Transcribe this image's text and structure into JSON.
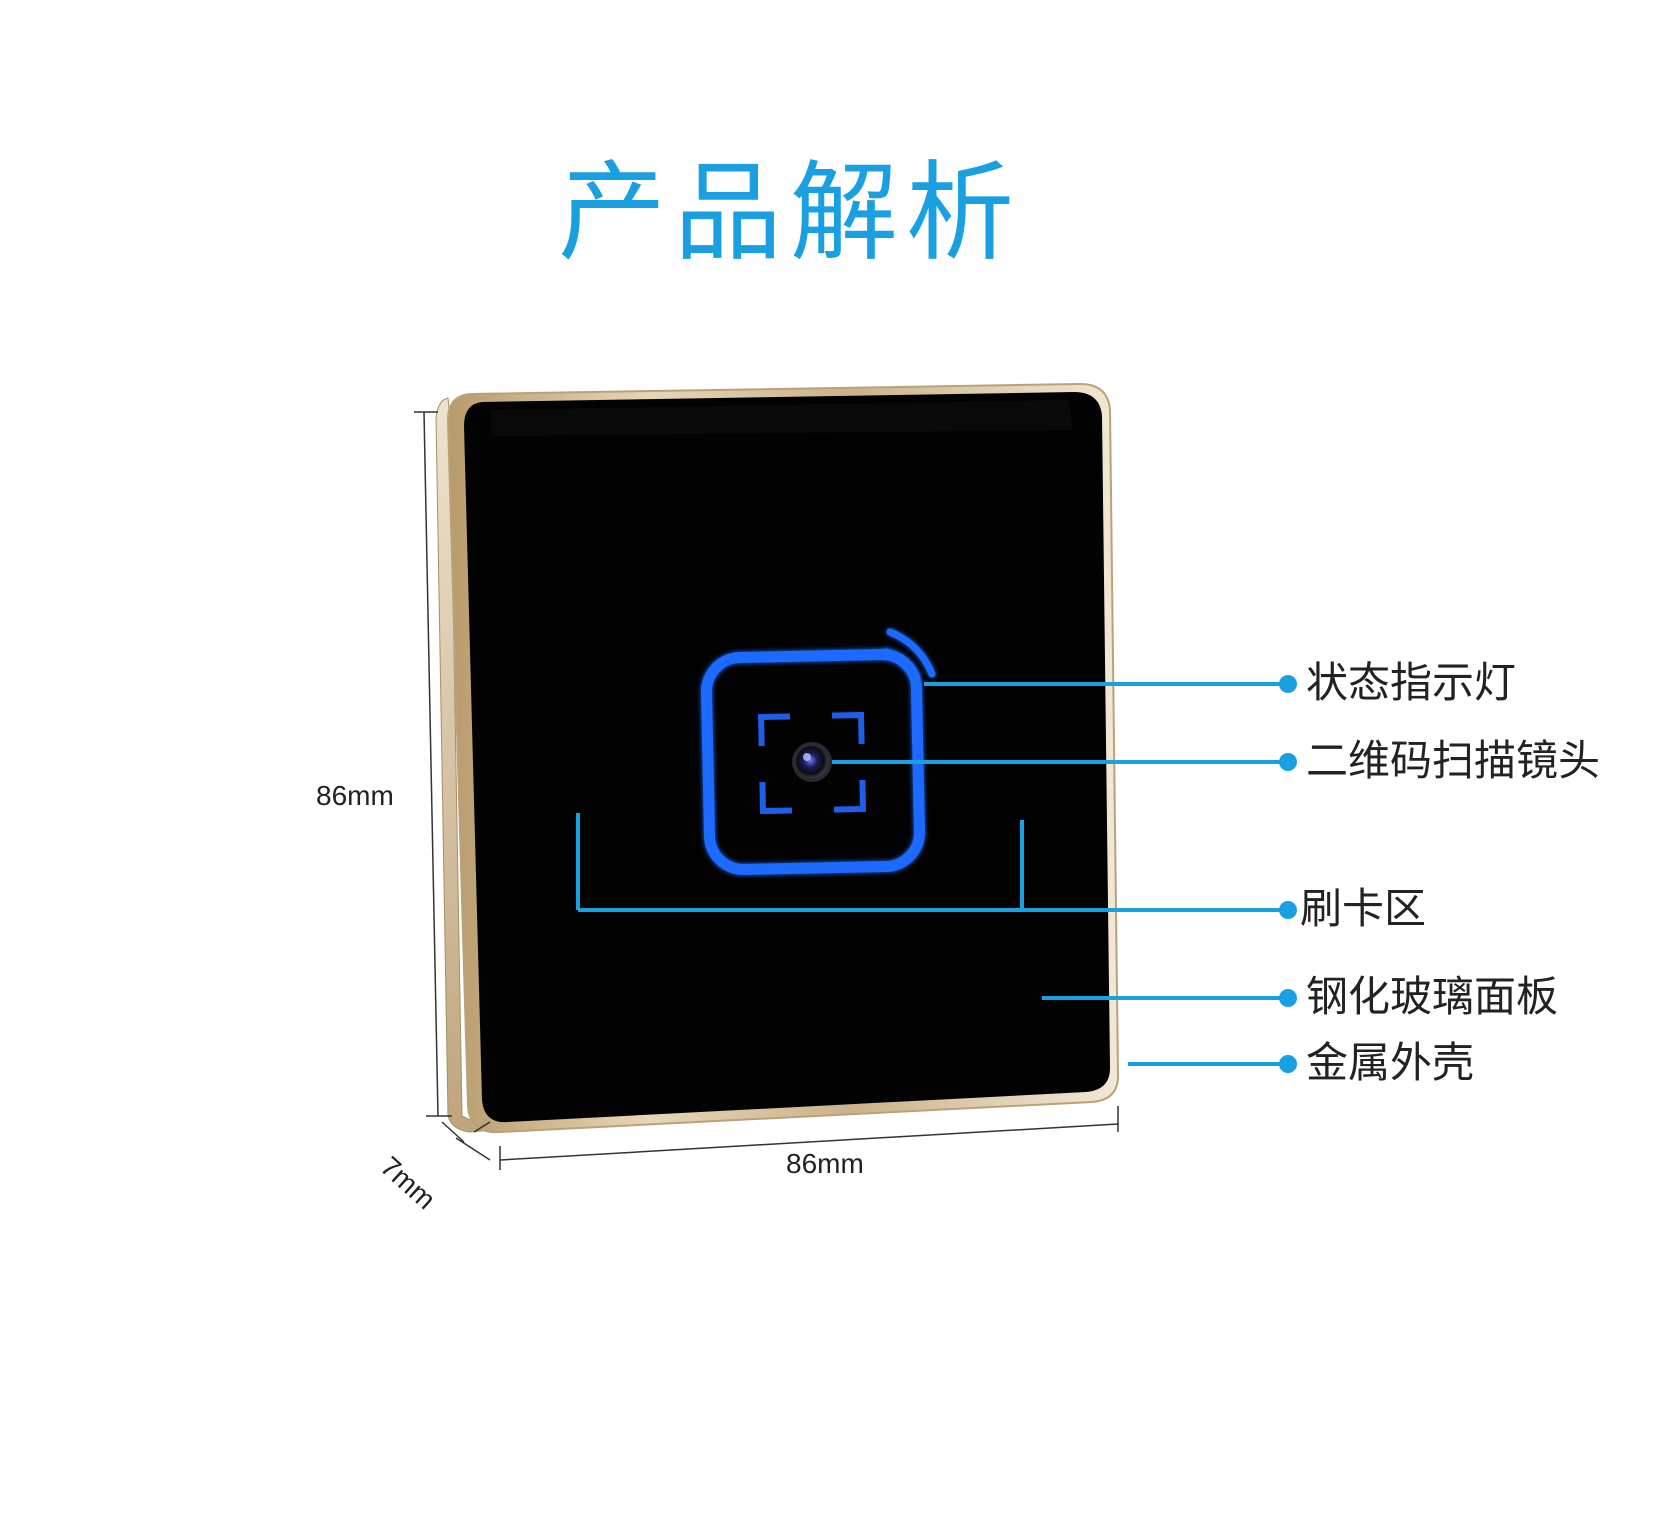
{
  "page": {
    "title": "产品解析"
  },
  "dimensions": {
    "height": "86mm",
    "width": "86mm",
    "depth": "7mm"
  },
  "callouts": [
    {
      "label": "状态指示灯"
    },
    {
      "label": "二维码扫描镜头"
    },
    {
      "label": "刷卡区"
    },
    {
      "label": "钢化玻璃面板"
    },
    {
      "label": "金属外壳"
    }
  ],
  "colors": {
    "accent": "#1aa0e0",
    "panel": "#020202",
    "frame": "#c9b28c",
    "led": "#1f6bff"
  },
  "icons": {
    "camera": "camera-lens-icon",
    "scan_frame": "qr-scan-frame-icon",
    "status": "status-arc-icon"
  }
}
